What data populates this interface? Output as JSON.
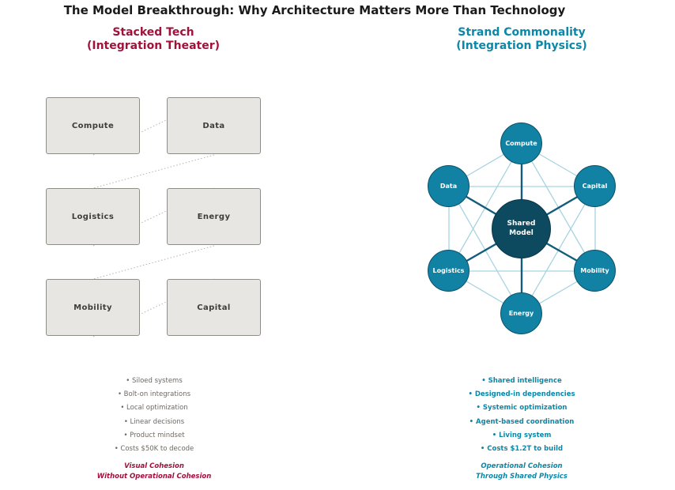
{
  "title": "The Model Breakthrough: Why Architecture Matters More Than Technology",
  "left": {
    "heading_line1": "Stacked Tech",
    "heading_line2": "(Integration Theater)",
    "boxes": [
      "Compute",
      "Data",
      "Logistics",
      "Energy",
      "Mobility",
      "Capital"
    ],
    "bullets": [
      "• Siloed systems",
      "• Bolt-on integrations",
      "• Local optimization",
      "• Linear decisions",
      "• Product mindset",
      "• Costs $50K to decode"
    ],
    "caption_line1": "Visual Cohesion",
    "caption_line2": "Without Operational Cohesion"
  },
  "right": {
    "heading_line1": "Strand Commonality",
    "heading_line2": "(Integration Physics)",
    "center_node_label": "Shared Model",
    "nodes": [
      "Compute",
      "Data",
      "Capital",
      "Logistics",
      "Mobility",
      "Energy"
    ],
    "network_edges": "complete mesh between all six outer nodes (light) plus a dark spoke from every node to the Shared Model hub",
    "bullets": [
      "• Shared intelligence",
      "• Designed-in dependencies",
      "• Systemic optimization",
      "• Agent-based coordination",
      "• Living system",
      "• Costs $1.2T to build"
    ],
    "caption_line1": "Operational Cohesion",
    "caption_line2": "Through Shared Physics"
  },
  "colors": {
    "title_text": "#1a1a1a",
    "crimson_accent": "#A0123C",
    "teal_accent": "#0C87A8",
    "box_fill": "#E8E6E2",
    "box_border": "#8E8E89",
    "box_label": "#3E3E39",
    "dotted_connector": "#B7B3AC",
    "node_fill": "#1182A3",
    "node_border": "#0B516A",
    "center_fill": "#0D4A60",
    "center_border": "#083547",
    "edge_light": "#A7D3E3",
    "spoke_dark": "#135D7B",
    "bullet_gray": "#6E6862"
  }
}
